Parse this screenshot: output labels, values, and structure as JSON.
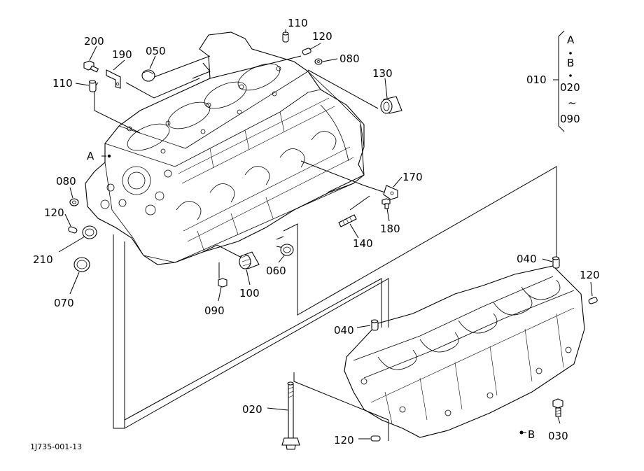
{
  "drawing_number": "1J735-001-13",
  "legend": {
    "ref": "010",
    "items": [
      "A",
      "B",
      "020",
      "~",
      "090"
    ]
  },
  "callouts": {
    "p110a": "110",
    "p120a": "120",
    "p080a": "080",
    "p200": "200",
    "p190": "190",
    "p050": "050",
    "p110b": "110",
    "p130": "130",
    "pA": "A",
    "p170": "170",
    "p080b": "080",
    "p180": "180",
    "p120b": "120",
    "p140": "140",
    "p210": "210",
    "p070": "070",
    "p060": "060",
    "p100": "100",
    "p090": "090",
    "p040a": "040",
    "p120c": "120",
    "p040b": "040",
    "p020": "020",
    "p120d": "120",
    "p030": "030",
    "pB": "B"
  }
}
